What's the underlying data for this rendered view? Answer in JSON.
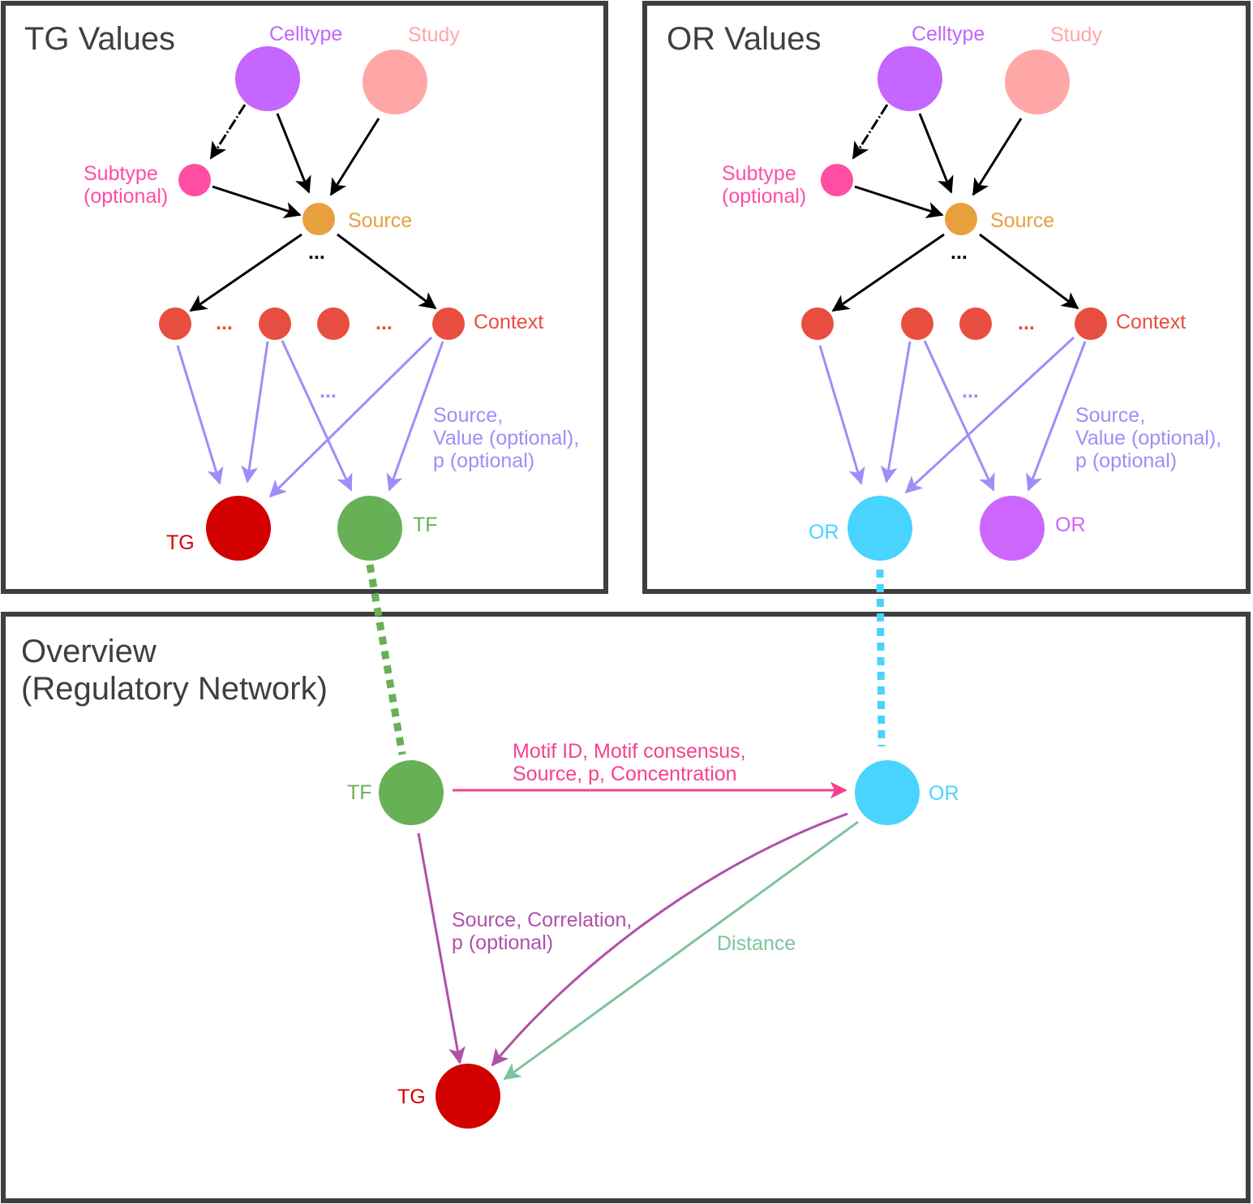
{
  "colors": {
    "celltype": "#c466ff",
    "study": "#ffa7a7",
    "subtype": "#ff4da3",
    "source": "#e89f3e",
    "context": "#e84e3f",
    "tg": "#d30000",
    "tf": "#68b055",
    "or": "#48d4ff",
    "or_alt": "#cc66ff",
    "value_edge": "#9b8ff8",
    "tf_or_edge": "#f5418f",
    "correlation_edge": "#b050a8",
    "distance_edge": "#7cc49a",
    "black": "#000000",
    "frame": "#3f3f3f"
  },
  "icons": {
    "node": "filled-circle",
    "edge": "arrow",
    "link": "dotted-line"
  },
  "tg_panel": {
    "title": "TG Values",
    "celltype": "Celltype",
    "study": "Study",
    "subtype_line1": "Subtype",
    "subtype_line2": "(optional)",
    "source": "Source",
    "ellipsis_source": "...",
    "ellipsis_context_1": "...",
    "ellipsis_context_2": "...",
    "ellipsis_edges": "...",
    "context": "Context",
    "edge_label_line1": "Source,",
    "edge_label_line2": "Value (optional),",
    "edge_label_line3": "p (optional)",
    "node_left": "TG",
    "node_right": "TF"
  },
  "or_panel": {
    "title": "OR Values",
    "celltype": "Celltype",
    "study": "Study",
    "subtype_line1": "Subtype",
    "subtype_line2": "(optional)",
    "source": "Source",
    "ellipsis_source": "...",
    "ellipsis_context_1": "...",
    "ellipsis_edges": "...",
    "context": "Context",
    "edge_label_line1": "Source,",
    "edge_label_line2": "Value (optional),",
    "edge_label_line3": "p (optional)",
    "node_left": "OR",
    "node_right": "OR"
  },
  "overview_panel": {
    "title_line1": "Overview",
    "title_line2": "(Regulatory Network)",
    "tf": "TF",
    "or": "OR",
    "tg": "TG",
    "tf_or_label_line1": "Motif ID, Motif consensus,",
    "tf_or_label_line2": "Source, p, Concentration",
    "tf_tg_label_line1": "Source, Correlation,",
    "tf_tg_label_line2": "p (optional)",
    "or_tg_label": "Distance"
  }
}
